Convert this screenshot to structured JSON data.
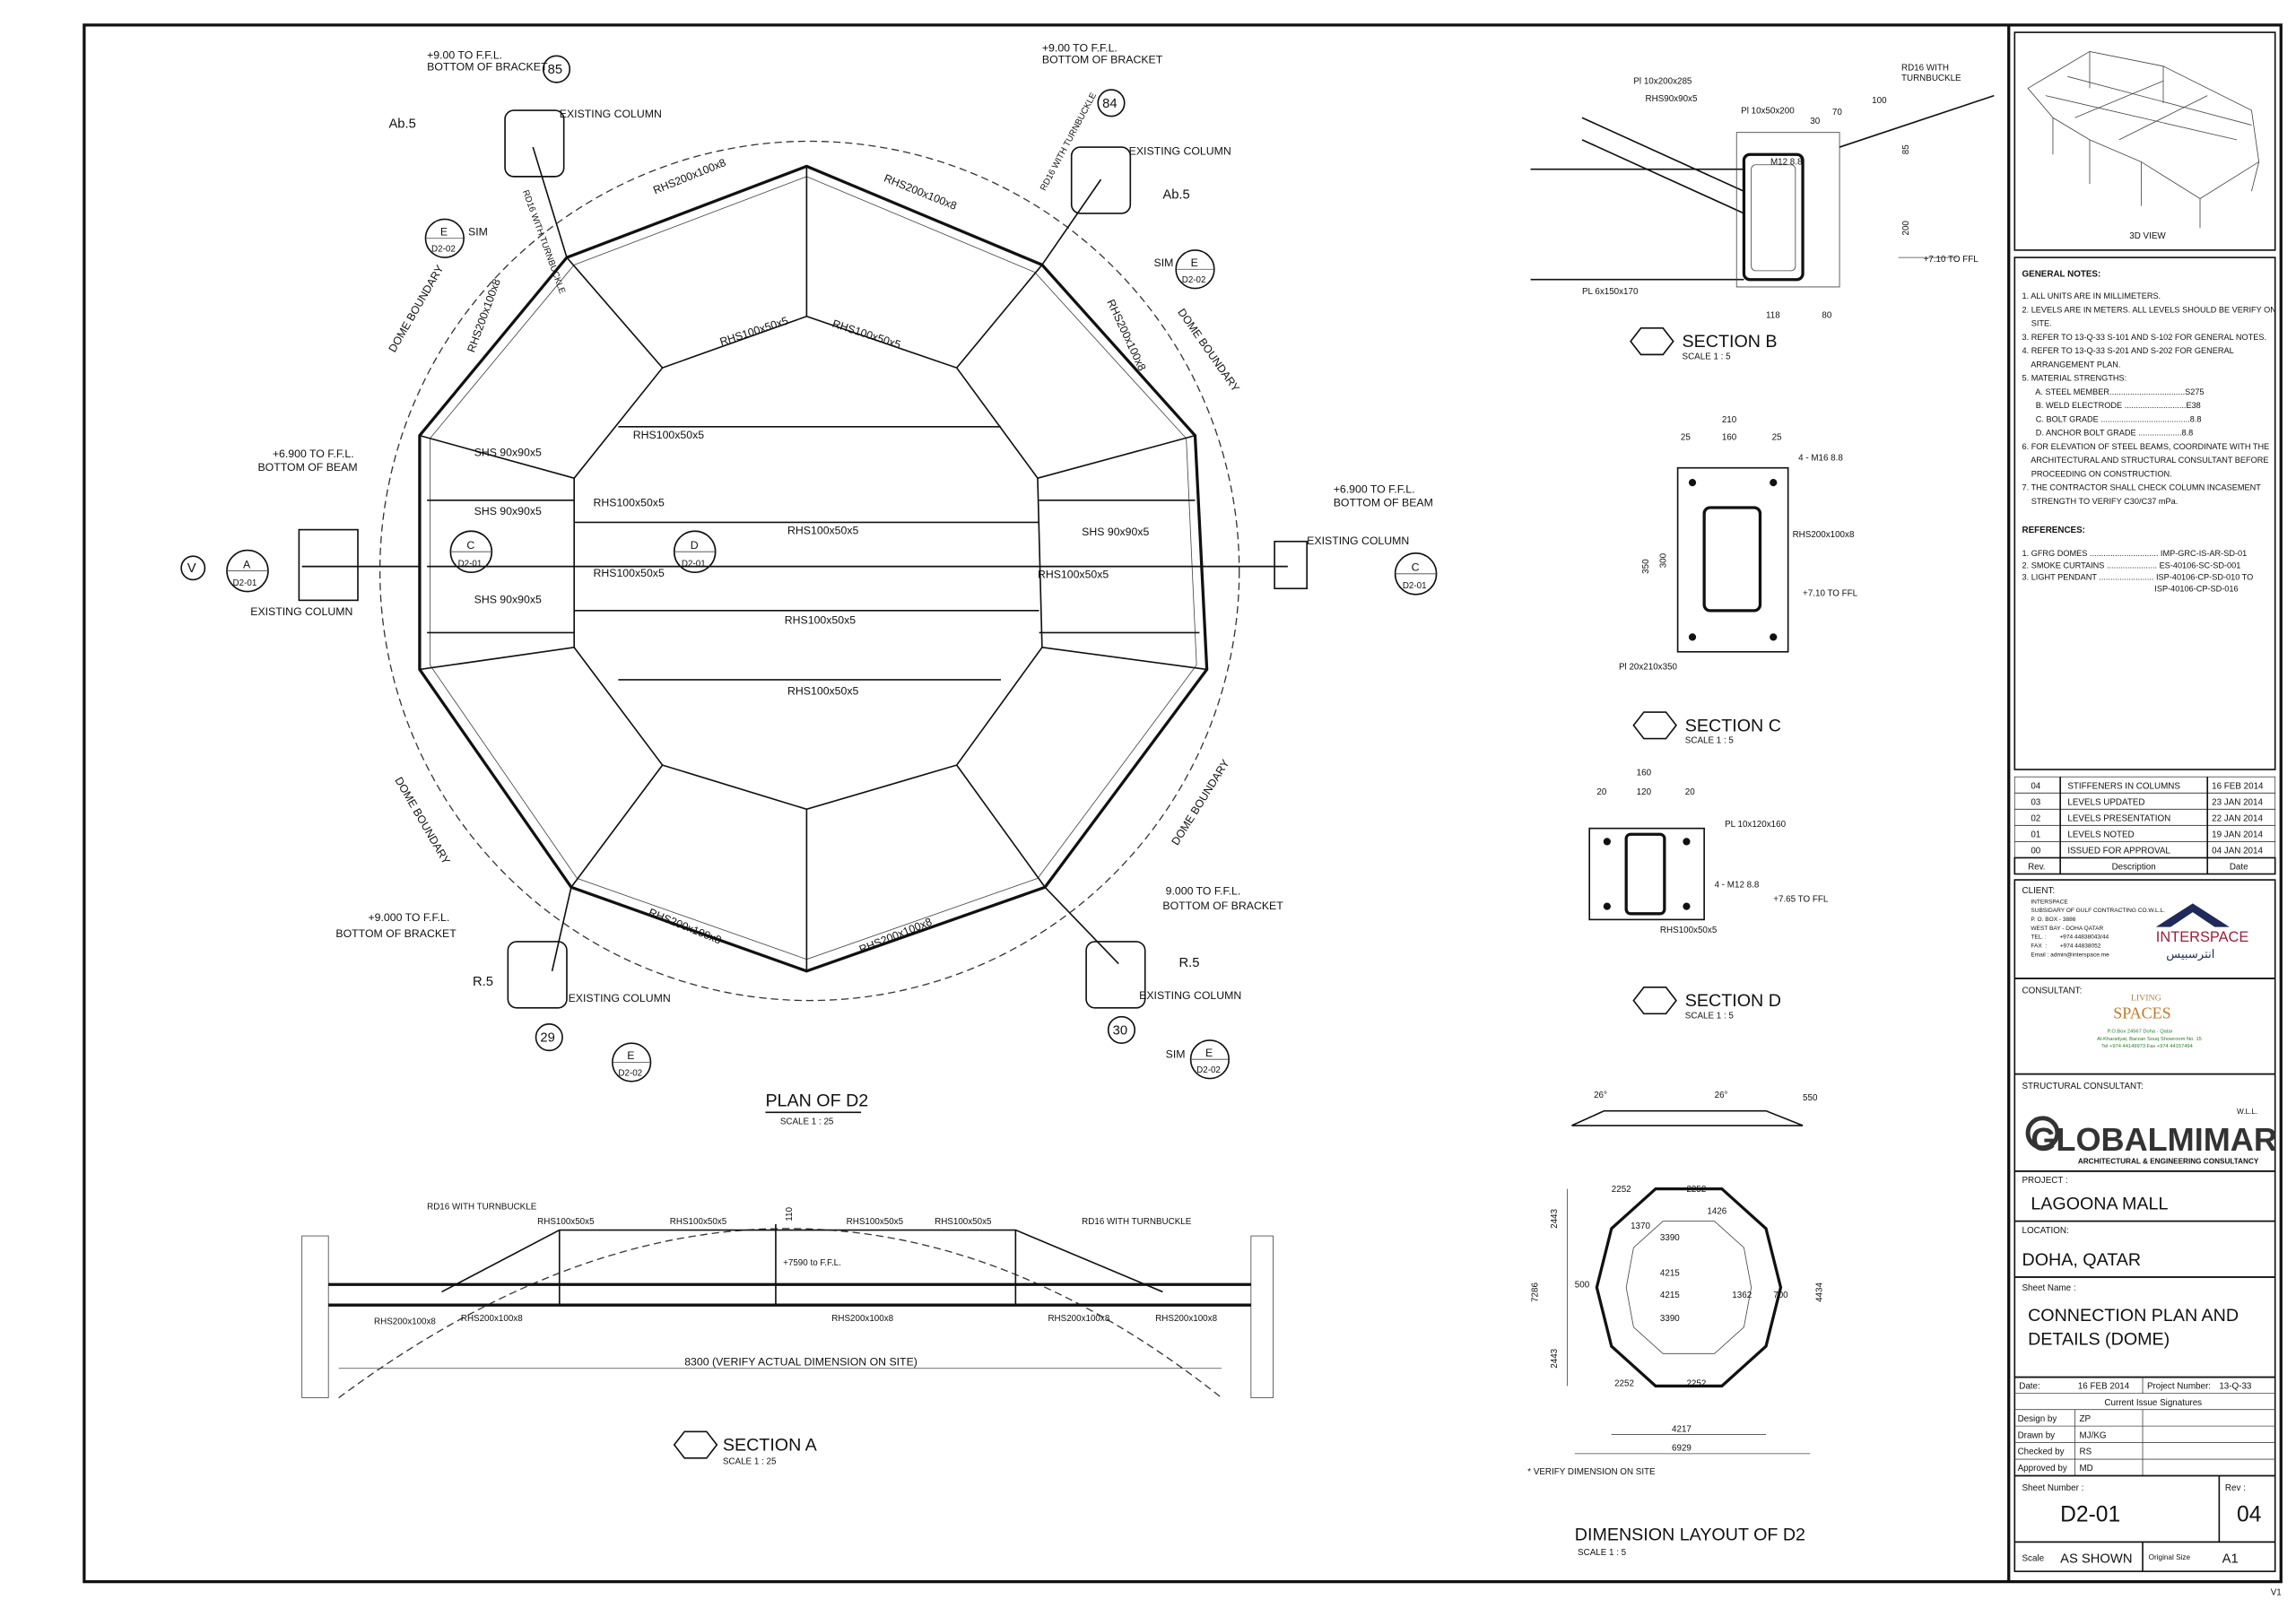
{
  "plan": {
    "title": "PLAN OF D2",
    "scale": "SCALE 1 : 25",
    "member_labels": [
      "RHS200x100x8",
      "RHS200x100x8",
      "RHS200x100x8",
      "RHS200x100x8",
      "RHS200x100x8",
      "RHS200x100x8",
      "RHS100x50x5",
      "RHS100x50x5",
      "RHS100x50x5",
      "RHS100x50x5",
      "RHS100x50x5",
      "RHS100x50x5",
      "SHS 90x90x5",
      "SHS 90x90x5",
      "SHS 90x90x5",
      "SHS 90x90x5",
      "RHS100x50x5",
      "RHS100x50x5",
      "RHS100x50x5"
    ],
    "level_notes": [
      "+9.00 TO F.F.L.",
      "BOTTOM OF BRACKET",
      "+9.00 TO F.F.L.",
      "BOTTOM OF BRACKET",
      "+6.900 TO F.F.L.",
      "BOTTOM OF BEAM",
      "+6.900 TO F.F.L.",
      "BOTTOM OF BEAM",
      "+9.000 TO F.F.L.",
      "BOTTOM OF BRACKET",
      "9.000 TO F.F.L.",
      "BOTTOM OF BRACKET"
    ],
    "column_labels": [
      "EXISTING COLUMN",
      "EXISTING COLUMN",
      "EXISTING COLUMN",
      "EXISTING COLUMN",
      "EXISTING COLUMN",
      "EXISTING COLUMN"
    ],
    "grid_bubbles": [
      "85",
      "84",
      "29",
      "30"
    ],
    "dome_boundary": "DOME BOUNDARY",
    "section_marks": [
      "A",
      "D2-01",
      "C",
      "D2-01",
      "D",
      "D2-01",
      "C",
      "D2-01",
      "E",
      "D2-02",
      "E",
      "D2-02",
      "E",
      "D2-02",
      "E",
      "D2-02"
    ],
    "sim": "SIM",
    "ab5": "Ab.5",
    "r5": "R.5",
    "v": "V",
    "turnbuckle": "RD16 WITH TURNBUCKLE"
  },
  "section_b": {
    "title": "SECTION B",
    "scale": "SCALE 1 : 5",
    "labels": [
      "Pl 10x200x285",
      "RHS90x90x5",
      "Pl 10x50x200",
      "RD16 WITH",
      "TURNBUCKLE",
      "M12 8.8",
      "PL 6x150x170",
      "+7.10 TO FFL",
      "118",
      "80",
      "200",
      "85",
      "100",
      "70",
      "30"
    ]
  },
  "section_c": {
    "title": "SECTION C",
    "scale": "SCALE 1 : 5",
    "labels": [
      "210",
      "25",
      "160",
      "25",
      "4 - M16 8.8",
      "RHS200x100x8",
      "+7.10 TO FFL",
      "Pl 20x210x350",
      "350",
      "300"
    ]
  },
  "section_d": {
    "title": "SECTION D",
    "scale": "SCALE 1 : 5",
    "labels": [
      "160",
      "20",
      "120",
      "20",
      "PL 10x120x160",
      "4 - M12 8.8",
      "+7.65 TO FFL",
      "RHS100x50x5"
    ]
  },
  "section_a": {
    "title": "SECTION A",
    "scale": "SCALE 1 : 25",
    "labels": [
      "RD16 WITH TURNBUCKLE",
      "RHS100x50x5",
      "RHS100x50x5",
      "RHS100x50x5",
      "RHS100x50x5",
      "RD16 WITH TURNBUCKLE",
      "+7590 to F.F.L.",
      "110",
      "RHS200x100x8",
      "RHS200x100x8",
      "RHS200x100x8",
      "RHS200x100x8",
      "RHS200x100x8",
      "8300 (VERIFY ACTUAL DIMENSION ON SITE)"
    ]
  },
  "dim_layout": {
    "title": "DIMENSION LAYOUT OF D2",
    "scale": "SCALE     1 : 5",
    "angles": [
      "26°",
      "26°",
      "550"
    ],
    "dims": [
      "2252",
      "2252",
      "3390",
      "4215",
      "4215",
      "3390",
      "2252",
      "2252",
      "7286",
      "2443",
      "2443",
      "4434",
      "4217",
      "6929",
      "1426",
      "1370",
      "1362",
      "500",
      "700"
    ],
    "note": "* VERIFY DIMENSION ON SITE"
  },
  "view3d": {
    "label": "3D VIEW"
  },
  "general_notes": {
    "heading": "GENERAL NOTES:",
    "items": [
      "1. ALL UNITS ARE IN MILLIMETERS.",
      "2. LEVELS ARE IN METERS. ALL LEVELS SHOULD BE VERIFY ON",
      "    SITE.",
      "3. REFER TO 13-Q-33 S-101 AND S-102 FOR GENERAL NOTES.",
      "4. REFER TO 13-Q-33 S-201 AND S-202 FOR GENERAL",
      "    ARRANGEMENT PLAN.",
      "5. MATERIAL STRENGTHS:",
      "      A. STEEL MEMBER.................................S275",
      "      B. WELD ELECTRODE ...........................E38",
      "      C. BOLT GRADE .......................................8.8",
      "      D. ANCHOR BOLT GRADE ...................8.8",
      "6. FOR ELEVATION OF STEEL BEAMS, COORDINATE WITH THE",
      "    ARCHITECTURAL AND STRUCTURAL CONSULTANT BEFORE",
      "    PROCEEDING ON CONSTRUCTION.",
      "7. THE CONTRACTOR SHALL CHECK COLUMN INCASEMENT",
      "    STRENGTH TO VERIFY C30/C37 mPa."
    ],
    "ref_heading": "REFERENCES:",
    "refs": [
      "1. GFRG DOMES .............................. IMP-GRC-IS-AR-SD-01",
      "2. SMOKE CURTAINS ...................... ES-40106-SC-SD-001",
      "3. LIGHT PENDANT ........................ ISP-40106-CP-SD-010 TO",
      "                                                          ISP-40106-CP-SD-016"
    ]
  },
  "revisions": {
    "rows": [
      {
        "rev": "04",
        "desc": "STIFFENERS IN COLUMNS",
        "date": "16 FEB 2014"
      },
      {
        "rev": "03",
        "desc": "LEVELS UPDATED",
        "date": "23 JAN 2014"
      },
      {
        "rev": "02",
        "desc": "LEVELS PRESENTATION",
        "date": "22 JAN 2014"
      },
      {
        "rev": "01",
        "desc": "LEVELS NOTED",
        "date": "19 JAN 2014"
      },
      {
        "rev": "00",
        "desc": "ISSUED FOR APPROVAL",
        "date": "04 JAN 2014"
      }
    ],
    "headers": {
      "rev": "Rev.",
      "desc": "Description",
      "date": "Date"
    }
  },
  "client": {
    "label": "CLIENT:",
    "lines": [
      "INTERSPACE",
      "SUBSIDARY OF GULF CONTRACTING CO.W.L.L.",
      "P. O. BOX - 3886",
      "WEST BAY - DOHA QATAR",
      "TEL. :        +974 44838043/44",
      "FAX  :        +974 44838052",
      "Email : admin@interspace.me"
    ],
    "logo": "INTERSPACE",
    "logo_ar": "انترسبيس"
  },
  "consultant": {
    "label": "CONSULTANT:",
    "logo_top": "LIVING",
    "logo_main": "SPACES",
    "lines": [
      "P.O.Box 24567  Doha - Qatar",
      "Al-Kharaityat, Barzan Souq Showroom No. 15",
      "Tel +974 44149973  Fax +974 44157494"
    ]
  },
  "structural_consultant": {
    "label": "STRUCTURAL CONSULTANT:",
    "logo": "GLOBALMIMAR",
    "wll": "W.L.L.",
    "tagline": "ARCHITECTURAL & ENGINEERING CONSULTANCY"
  },
  "project": {
    "label": "PROJECT :",
    "value": "LAGOONA MALL"
  },
  "location": {
    "label": "LOCATION:",
    "value": "DOHA, QATAR"
  },
  "sheet_name": {
    "label": "Sheet Name :",
    "line1": "CONNECTION PLAN AND",
    "line2": "DETAILS (DOME)"
  },
  "meta": {
    "date_label": "Date:",
    "date": "16  FEB 2014",
    "project_number_label": "Project Number:",
    "project_number": "13-Q-33",
    "signatures_label": "Current Issue Signatures",
    "signatures": [
      {
        "role": "Design by",
        "who": "ZP"
      },
      {
        "role": "Drawn by",
        "who": "MJ/KG"
      },
      {
        "role": "Checked by",
        "who": "RS"
      },
      {
        "role": "Approved by",
        "who": "MD"
      }
    ],
    "sheet_number_label": "Sheet Number :",
    "sheet_number": "D2-01",
    "rev_label": "Rev :",
    "rev": "04",
    "scale_label": "Scale",
    "scale": "AS SHOWN",
    "original_size_label": "Original Size",
    "original_size": "A1",
    "version": "V1"
  }
}
